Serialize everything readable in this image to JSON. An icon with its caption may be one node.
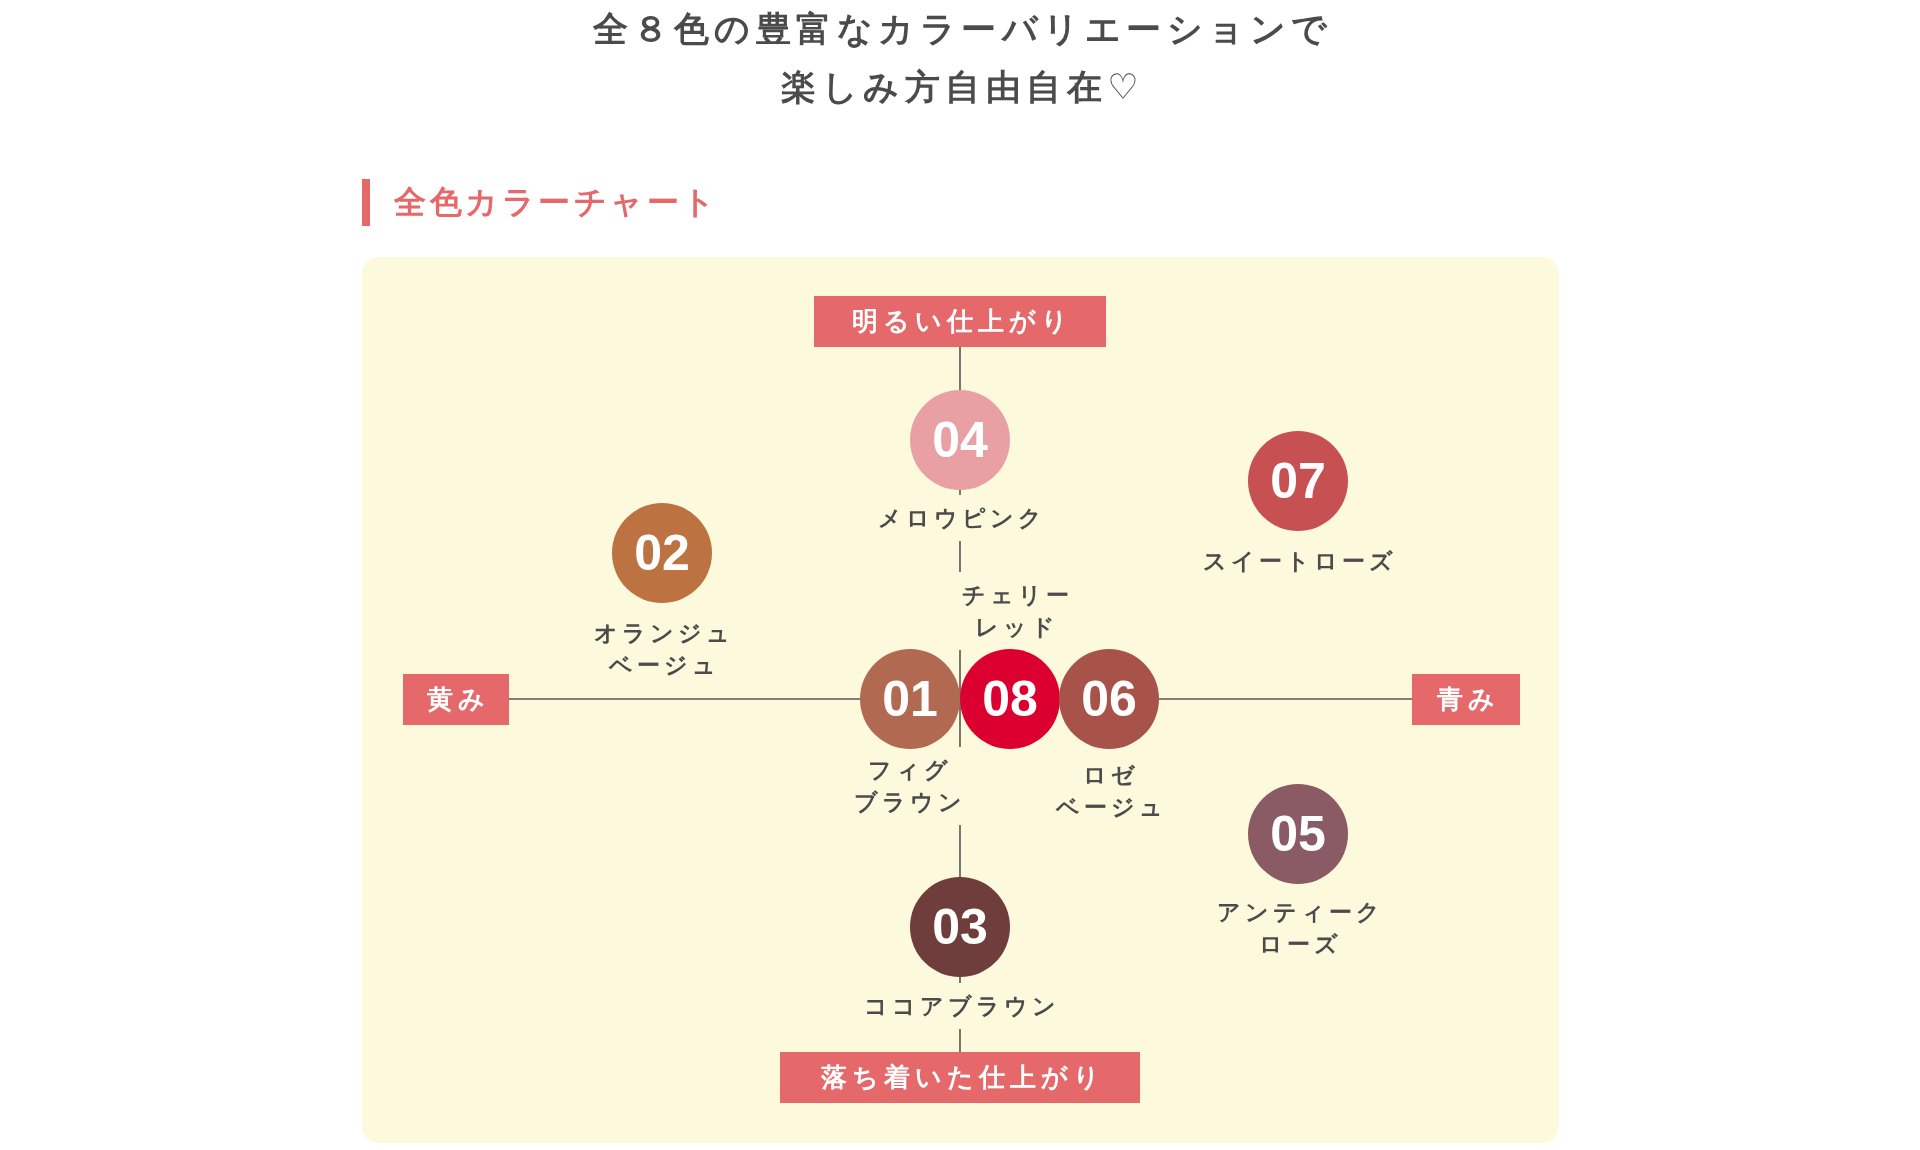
{
  "diagram": {
    "title": "全８色の豊富なカラーバリエーションで楽しみ方自由自在♡",
    "nodes": [
      {
        "text": [
          "明るい仕上がり"
        ]
      },
      {
        "text": [
          "04"
        ],
        "beside": [
          "メロウピンク"
        ]
      },
      {
        "text": [
          "07"
        ],
        "beside": [
          "スイートローズ"
        ]
      },
      {
        "text": [
          "02"
        ],
        "beside": [
          "オランジュベージュ"
        ]
      },
      {
        "text": [
          "黄み"
        ]
      },
      {
        "text": [
          "01"
        ],
        "beside": [
          "フィグブラウン"
        ]
      },
      {
        "text": [
          "08"
        ],
        "beside": [
          "チェリーレッド"
        ]
      },
      {
        "text": [
          "06"
        ],
        "beside": [
          "ロゼベージュ"
        ]
      },
      {
        "text": [
          "青み"
        ]
      },
      {
        "text": [
          "05"
        ],
        "beside": [
          "アンティークローズ"
        ]
      },
      {
        "text": [
          "03"
        ],
        "beside": [
          "ココアブラウン"
        ]
      },
      {
        "text": [
          "落ち着いた仕上がり"
        ]
      }
    ],
    "labels": [
      "全色カラーチャート"
    ]
  }
}
